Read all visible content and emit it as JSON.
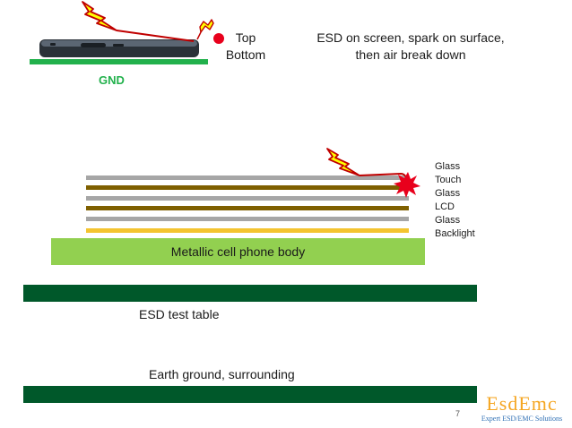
{
  "top_label": "Top",
  "bottom_label": "Bottom",
  "title_line1": "ESD on screen, spark on surface,",
  "title_line2": "then air break down",
  "gnd_label": "GND",
  "layers": [
    {
      "label": "Glass",
      "color": "#a6a6a6"
    },
    {
      "label": "Touch",
      "color": "#7f6000"
    },
    {
      "label": "Glass",
      "color": "#a6a6a6"
    },
    {
      "label": "LCD",
      "color": "#7f6000"
    },
    {
      "label": "Glass",
      "color": "#a6a6a6"
    },
    {
      "label": "Backlight",
      "color": "#f4c430"
    }
  ],
  "body_label": "Metallic cell phone body",
  "table_label": "ESD test table",
  "earth_label": "Earth ground, surrounding",
  "logo_main": "EsdEmc",
  "logo_sub": "Expert ESD/EMC Solutions",
  "page_number": "7",
  "colors": {
    "ground_green": "#22b14c",
    "body_green": "#92d050",
    "dark_green": "#00582a",
    "spark_red": "#e8001c",
    "lightning_yellow": "#ffff00"
  }
}
